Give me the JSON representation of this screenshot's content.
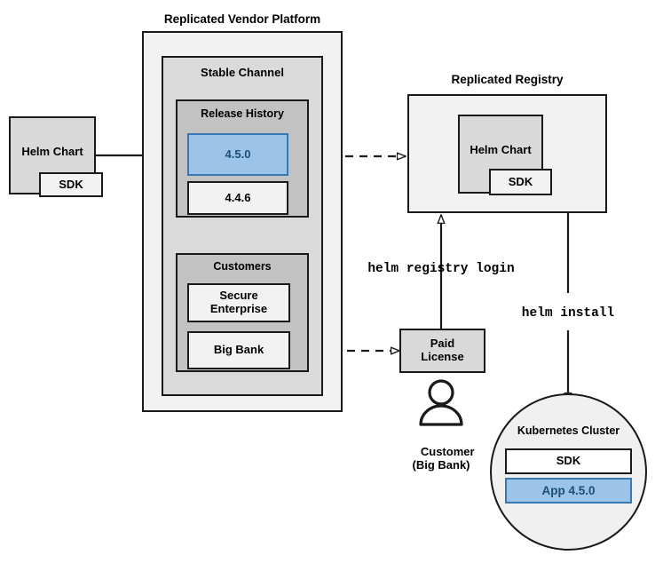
{
  "diagram": {
    "title_platform": "Replicated Vendor Platform",
    "title_registry": "Replicated Registry",
    "channel": {
      "title": "Stable Channel",
      "release_history": {
        "title": "Release History",
        "releases": [
          {
            "label": "4.5.0",
            "state": "highlighted"
          },
          {
            "label": "4.4.6",
            "state": "normal"
          }
        ]
      },
      "customers": {
        "title": "Customers",
        "items": [
          {
            "label": "Secure\nEnterprise"
          },
          {
            "label": "Big Bank"
          }
        ]
      }
    },
    "source_chart": {
      "label": "Helm Chart",
      "sdk_label": "SDK"
    },
    "registry_chart": {
      "label": "Helm Chart",
      "sdk_label": "SDK"
    },
    "license": {
      "label": "Paid\nLicense"
    },
    "customer_actor": {
      "label": "Customer\n(Big Bank)",
      "icon": "person-icon"
    },
    "cluster": {
      "title": "Kubernetes Cluster",
      "components": [
        {
          "label": "SDK",
          "state": "normal"
        },
        {
          "label": "App 4.5.0",
          "state": "highlighted"
        }
      ]
    },
    "commands": {
      "registry_login": "helm registry login",
      "install": "helm install"
    },
    "colors": {
      "highlight_fill": "#9bc4e8",
      "highlight_border": "#3778b5",
      "highlight_text": "#1b4e79",
      "stroke": "#1a1a1a",
      "platform_bg": "#f2f2f2",
      "channel_bg": "#dadada",
      "group_bg": "#c2c2c2"
    }
  }
}
